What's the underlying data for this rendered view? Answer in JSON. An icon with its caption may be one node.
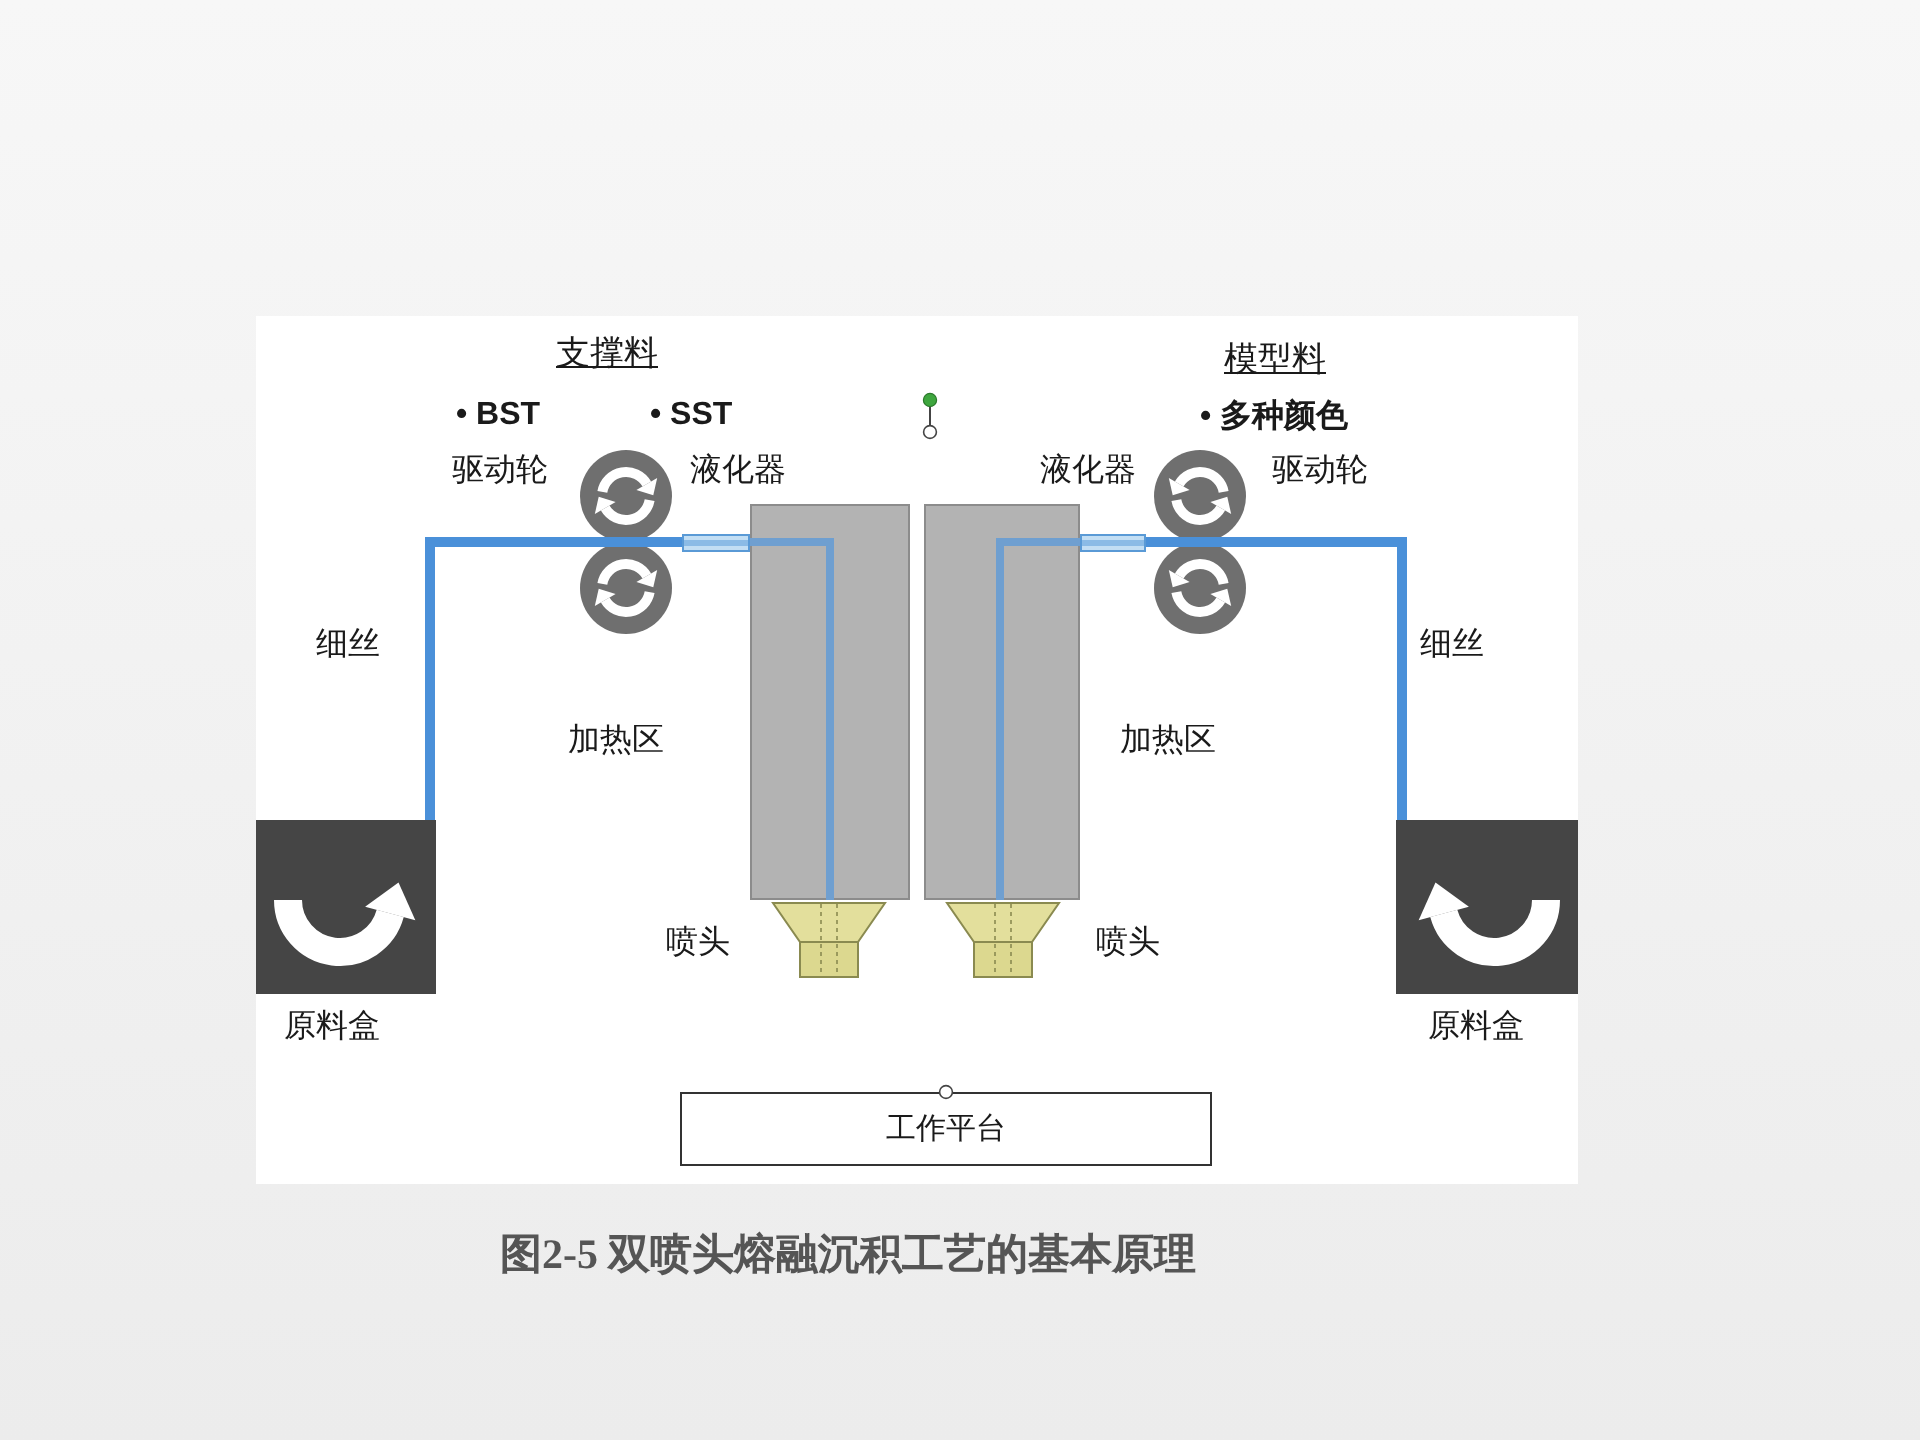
{
  "diagram": {
    "caption": "图2-5 双喷头熔融沉积工艺的基本原理",
    "nodes": [
      {
        "text": [],
        "shape": "circle",
        "beside": [
          "驱动轮"
        ]
      },
      {
        "text": [],
        "shape": "box"
      },
      {
        "text": [],
        "shape": "box"
      },
      {
        "text": [],
        "shape": "circle",
        "beside": [
          "驱动轮"
        ]
      },
      {
        "text": [],
        "shape": "box",
        "beside": [
          "加热区"
        ]
      },
      {
        "text": [],
        "shape": "box",
        "beside": [
          "加热区"
        ]
      },
      {
        "text": [],
        "shape": "box",
        "beside": [
          "原料盒"
        ]
      },
      {
        "text": [],
        "shape": "funnel",
        "beside": [
          "喷头"
        ]
      },
      {
        "text": [],
        "shape": "funnel",
        "beside": [
          "喷头"
        ]
      },
      {
        "text": [],
        "shape": "box",
        "beside": [
          "原料盒"
        ]
      },
      {
        "text": [
          "工作平台"
        ]
      }
    ],
    "edges": [
      {
        "from": 6,
        "to": 0,
        "arrow": "none"
      },
      {
        "from": 0,
        "to": 1,
        "arrow": "none"
      },
      {
        "from": 9,
        "to": 3,
        "arrow": "none"
      },
      {
        "from": 3,
        "to": 2,
        "arrow": "none"
      }
    ],
    "labels": [
      "支撑料",
      "模型料",
      "• BST",
      "• SST",
      "• 多种颜色",
      "液化器",
      "液化器",
      "细丝",
      "细丝"
    ]
  }
}
